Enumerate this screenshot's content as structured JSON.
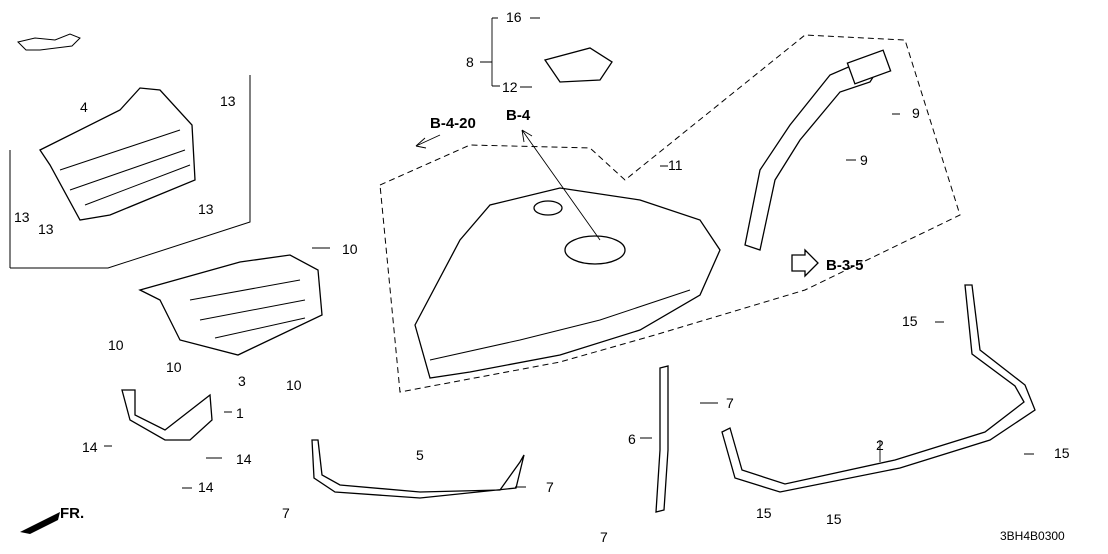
{
  "refs": {
    "b420": "B-4-20",
    "b4": "B-4",
    "b35": "B-3-5",
    "fr": "FR."
  },
  "callouts": {
    "c16": "16",
    "c8": "8",
    "c12": "12",
    "c13a": "13",
    "c13b": "13",
    "c13c": "13",
    "c13d": "13",
    "c4": "4",
    "c11": "11",
    "c9a": "9",
    "c9b": "9",
    "c10a": "10",
    "c10b": "10",
    "c10c": "10",
    "c10d": "10",
    "c3": "3",
    "c1": "1",
    "c14a": "14",
    "c14b": "14",
    "c14c": "14",
    "c5": "5",
    "c7a": "7",
    "c7b": "7",
    "c7c": "7",
    "c6": "6",
    "c2": "2",
    "c15a": "15",
    "c15b": "15",
    "c15c": "15",
    "c15d": "15"
  },
  "diagram_code": "3BH4B0300"
}
